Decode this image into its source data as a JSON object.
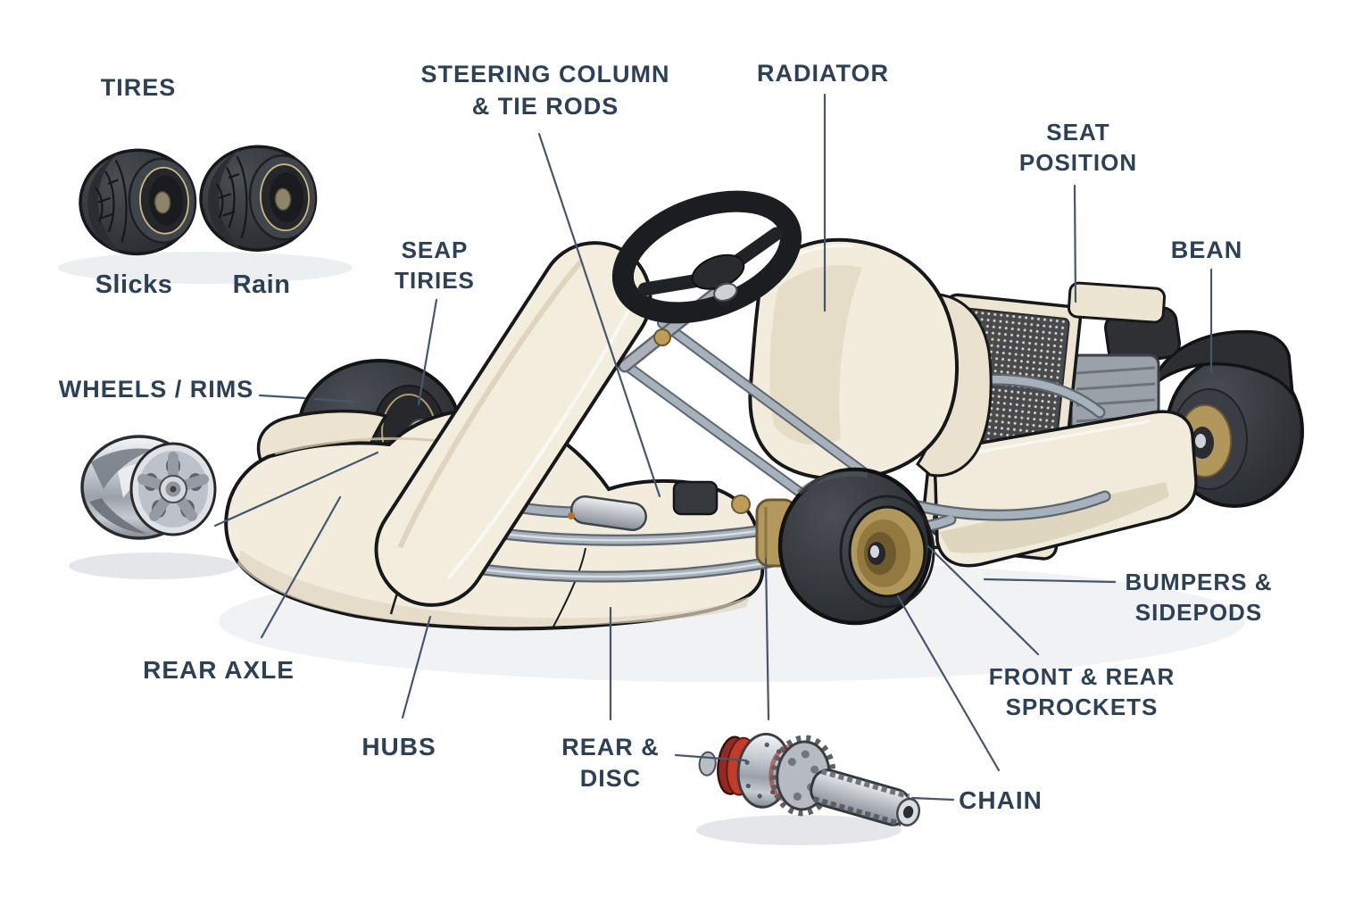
{
  "diagram": {
    "subject": "Go-kart parts diagram",
    "labels": {
      "tires": {
        "title": "TIRES",
        "slicks": "Slicks",
        "rain": "Rain"
      },
      "steering_column": {
        "line1": "STEERING COLUMN",
        "line2": "& TIE RODS"
      },
      "radiator": {
        "text": "RADIATOR"
      },
      "seat_position": {
        "line1": "SEAT",
        "line2": "POSITION"
      },
      "bean": {
        "text": "BEAN"
      },
      "seap_tiries": {
        "line1": "SEAP",
        "line2": "TIRIES"
      },
      "wheels_rims": {
        "text": "WHEELS / RIMS"
      },
      "rear_axle": {
        "text": "REAR AXLE"
      },
      "hubs": {
        "text": "HUBS"
      },
      "rear_disc": {
        "line1": "REAR &",
        "line2": "DISC"
      },
      "chain": {
        "text": "CHAIN"
      },
      "front_rear_sprockets": {
        "line1": "FRONT & REAR",
        "line2": "SPROCKETS"
      },
      "bumpers_sidepods": {
        "line1": "BUMPERS &",
        "line2": "SIDEPODS"
      }
    },
    "illustrations": {
      "slick_tire": "slick racing tire",
      "rain_tire": "rain racing tire",
      "wheel_rim": "chrome wheel rim",
      "go_kart": "go-kart three-quarter view",
      "axle_assembly": "axle with brake disc, sprocket and chain"
    },
    "colors": {
      "label_text": "#2d4156",
      "leader_line": "#44576c",
      "body_cream": "#f2ecdc",
      "outline": "#17181a",
      "tire_black": "#303338",
      "rim_gold": "#b2975c",
      "frame_steel": "#a7b1bc",
      "brake_disc_red": "#c0392b",
      "background": "#ffffff"
    }
  }
}
